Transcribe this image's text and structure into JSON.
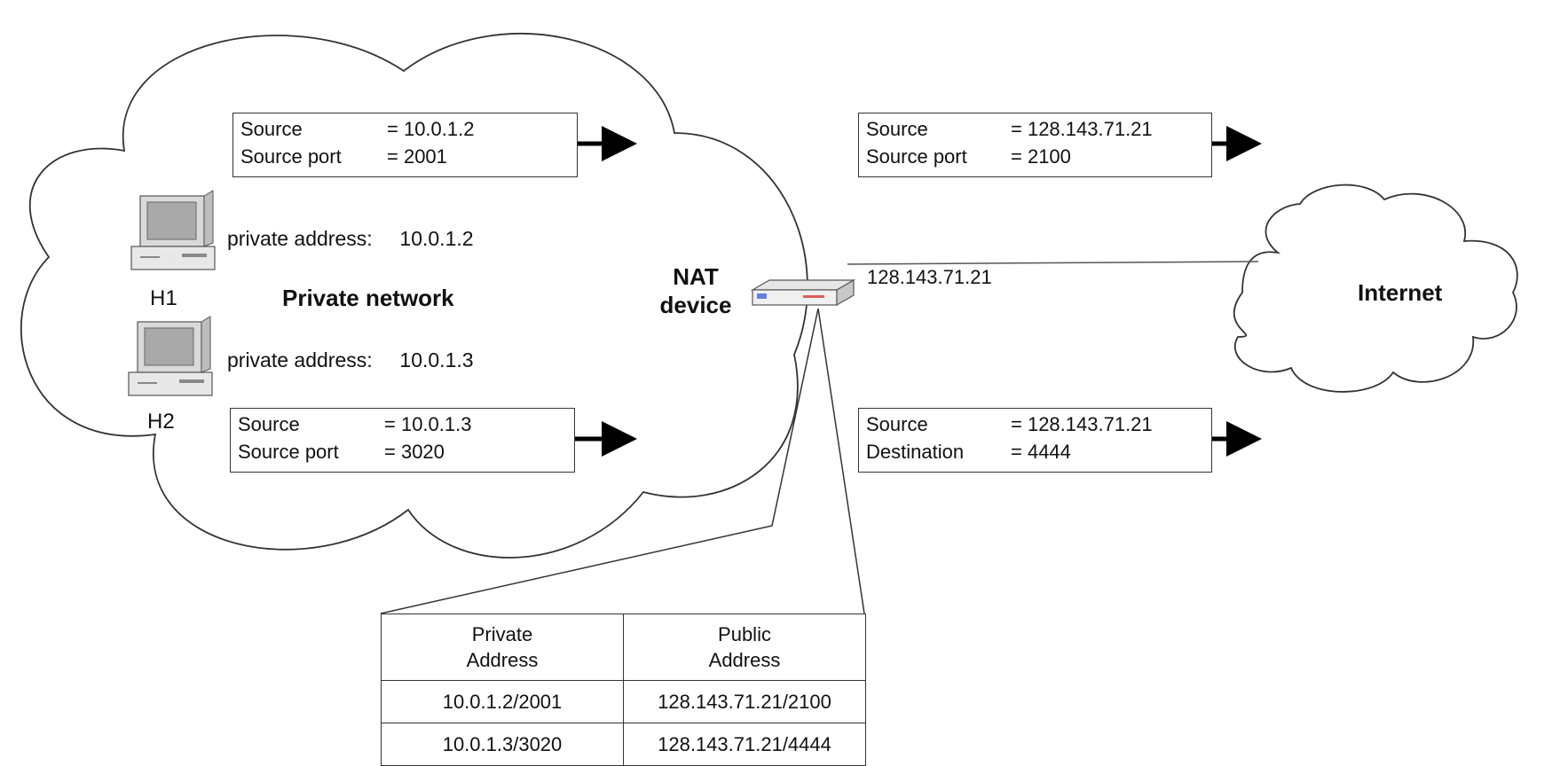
{
  "private_network": {
    "title": "Private network",
    "hosts": [
      {
        "name": "H1",
        "address_label": "private address:",
        "address": "10.0.1.2"
      },
      {
        "name": "H2",
        "address_label": "private address:",
        "address": "10.0.1.3"
      }
    ],
    "packets": [
      {
        "label1": "Source",
        "value1": "= 10.0.1.2",
        "label2": "Source port",
        "value2": "= 2001"
      },
      {
        "label1": "Source",
        "value1": "= 10.0.1.3",
        "label2": "Source port",
        "value2": "= 3020"
      }
    ]
  },
  "nat": {
    "label_line1": "NAT",
    "label_line2": "device",
    "public_address": "128.143.71.21"
  },
  "internet": {
    "label": "Internet",
    "packets": [
      {
        "label1": "Source",
        "value1": "= 128.143.71.21",
        "label2": "Source port",
        "value2": "= 2100"
      },
      {
        "label1": "Source",
        "value1": "= 128.143.71.21",
        "label2": "Destination",
        "value2": "= 4444"
      }
    ]
  },
  "table": {
    "headers": [
      {
        "line1": "Private",
        "line2": "Address"
      },
      {
        "line1": "Public",
        "line2": "Address"
      }
    ],
    "rows": [
      [
        "10.0.1.2/2001",
        "128.143.71.21/2100"
      ],
      [
        "10.0.1.3/3020",
        "128.143.71.21/4444"
      ]
    ]
  }
}
